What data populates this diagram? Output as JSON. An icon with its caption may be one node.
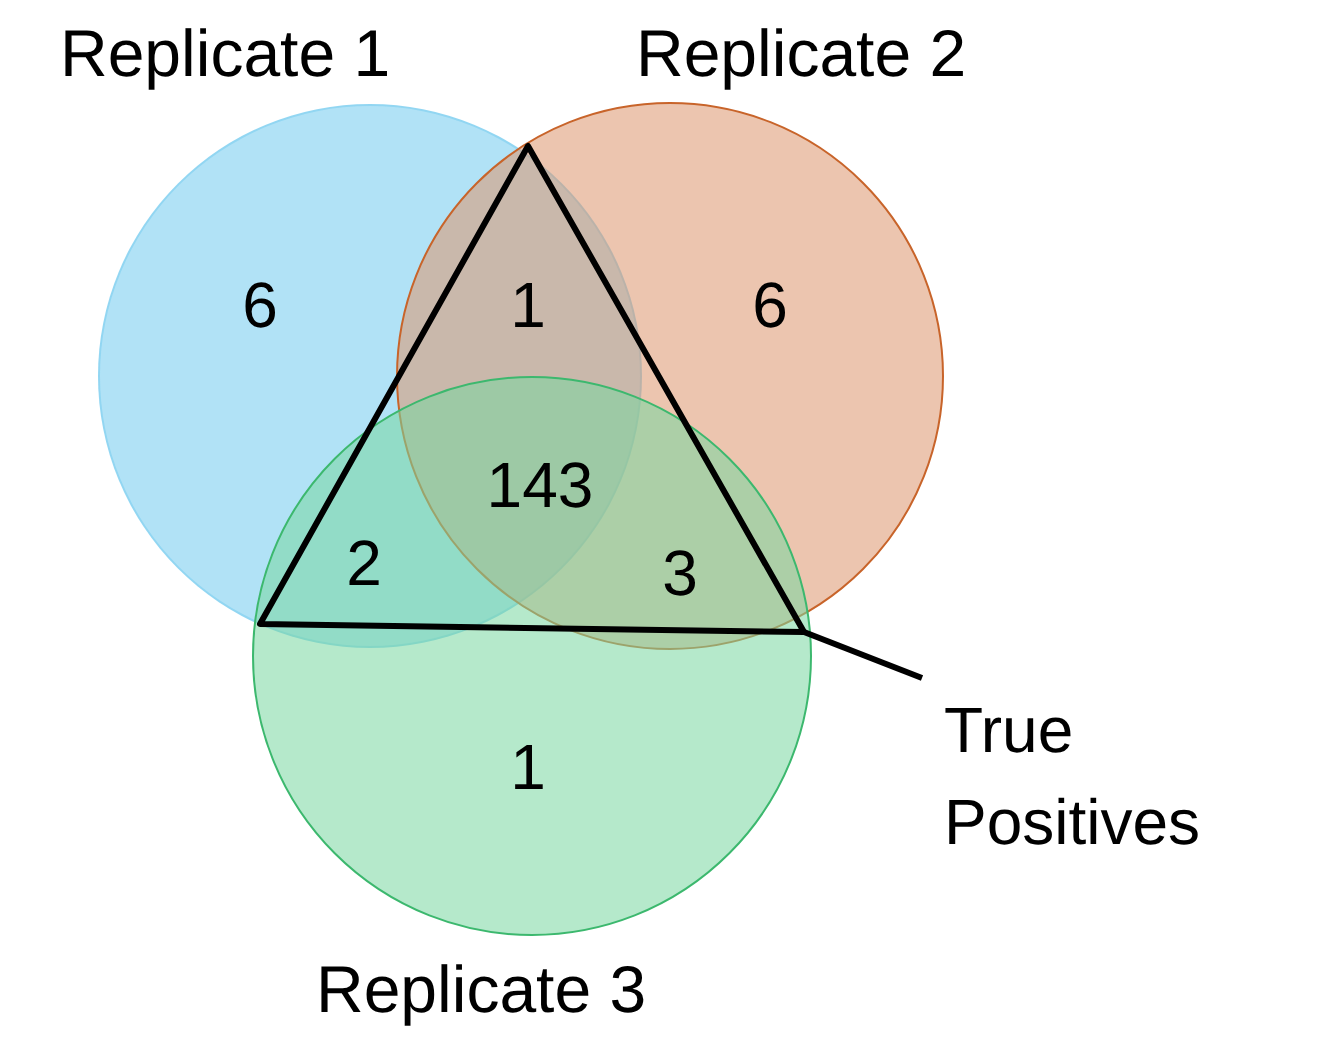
{
  "diagram": {
    "nodes": [
      {
        "text": [
          "Replicate 1"
        ]
      },
      {
        "text": [
          "Replicate 2"
        ]
      },
      {
        "text": [
          "Replicate 3"
        ]
      },
      {
        "text": [],
        "shape": "triangle"
      },
      {
        "text": [
          "True Positives"
        ]
      }
    ],
    "edges": [
      {
        "from": 4,
        "to": 3,
        "arrow": "none"
      }
    ],
    "labels": [
      "6",
      "1",
      "6",
      "143",
      "2",
      "3",
      "1"
    ]
  }
}
